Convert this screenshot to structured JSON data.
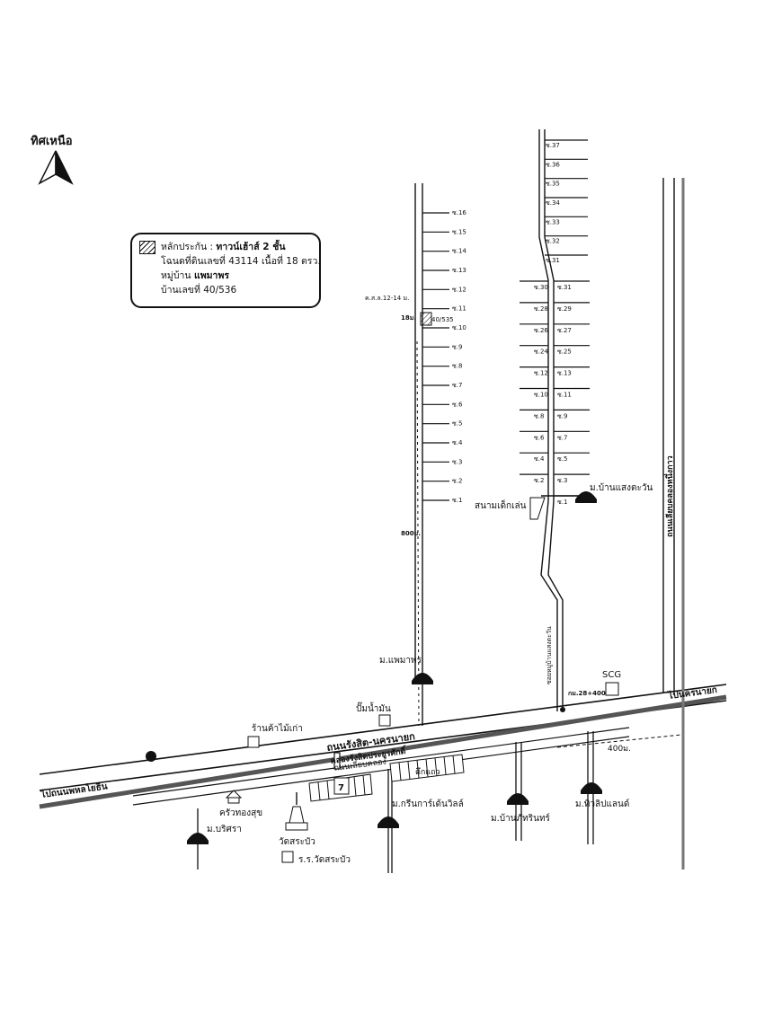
{
  "north": {
    "label": "ทิศเหนือ",
    "icon": "north-arrow-icon"
  },
  "legend": {
    "collateral_label": "หลักประกัน :",
    "collateral_type": "ทาวน์เฮ้าส์ 2 ชั้น",
    "deed_prefix": "โฉนดที่ดินเลขที่",
    "deed_number": "43114",
    "area_prefix": "เนื้อที่",
    "area_value": "18 ตรว.",
    "village_prefix": "หมู่บ้าน",
    "village_name": "แพมาพร",
    "house_prefix": "บ้านเลขที่",
    "house_number": "40/536"
  },
  "roads": {
    "main": "ถนนรังสิต-นครนายก",
    "canal": "คลองรังสิตประยูรศักดิ์",
    "canal_road": "ถนนเลียบคลอง",
    "left_road": "ไปถนนพหลโยธิน",
    "right_road": "ไปนครนายก",
    "right_vertical": "ถนนเลียบคลองหนึ่งกาว",
    "soi": "ซอยหมู่บ้านแสงตะวัน"
  },
  "labels": {
    "house_535": "40/535",
    "distance_18": "18ม.",
    "distance_800": "800ม.",
    "distance_400": "400ม.",
    "km_marker": "กม.28+400",
    "road_width": "ค.ส.ล.12-14 ม.",
    "scg": "SCG",
    "playground": "สนามเด็กเล่น",
    "gas_station": "ปั๊มน้ำมัน",
    "wood_shop": "ร้านค้าไม้เก่า",
    "restaurant": "ครัวทองสุข",
    "temple": "วัดสระบัว",
    "school": "ร.ร.วัดสระบัว",
    "market": "ตึกแถว",
    "v_paemaporn": "ม.แพมาพร",
    "v_saengtawan": "ม.บ้านแสงตะวัน",
    "v_greengarden": "ม.กรีนการ์เด้นวิลล์",
    "v_pattharin": "ม.บ้านภัทรินทร์",
    "v_tiwlaem": "ม.ทิวลิปแลนด์",
    "v_boriswara": "ม.บริศรา"
  },
  "soi_left": [
    "ซ.16",
    "ซ.15",
    "ซ.14",
    "ซ.13",
    "ซ.12",
    "ซ.11",
    "ซ.10",
    "ซ.9",
    "ซ.8",
    "ซ.7",
    "ซ.6",
    "ซ.5",
    "ซ.4",
    "ซ.3",
    "ซ.2",
    "ซ.1"
  ],
  "soi_right_top": [
    "ซ.37",
    "ซ.36",
    "ซ.35",
    "ซ.34",
    "ซ.33",
    "ซ.32",
    "ซ.31"
  ],
  "soi_right_pairs": [
    [
      "ซ.30",
      "ซ.31"
    ],
    [
      "ซ.28",
      "ซ.29"
    ],
    [
      "ซ.26",
      "ซ.27"
    ],
    [
      "ซ.24",
      "ซ.25"
    ],
    [
      "ซ.12",
      "ซ.13"
    ],
    [
      "ซ.10",
      "ซ.11"
    ],
    [
      "ซ.8",
      "ซ.9"
    ],
    [
      "ซ.6",
      "ซ.7"
    ],
    [
      "ซ.4",
      "ซ.5"
    ],
    [
      "ซ.2",
      "ซ.3"
    ],
    [
      "",
      "ซ.1"
    ]
  ]
}
